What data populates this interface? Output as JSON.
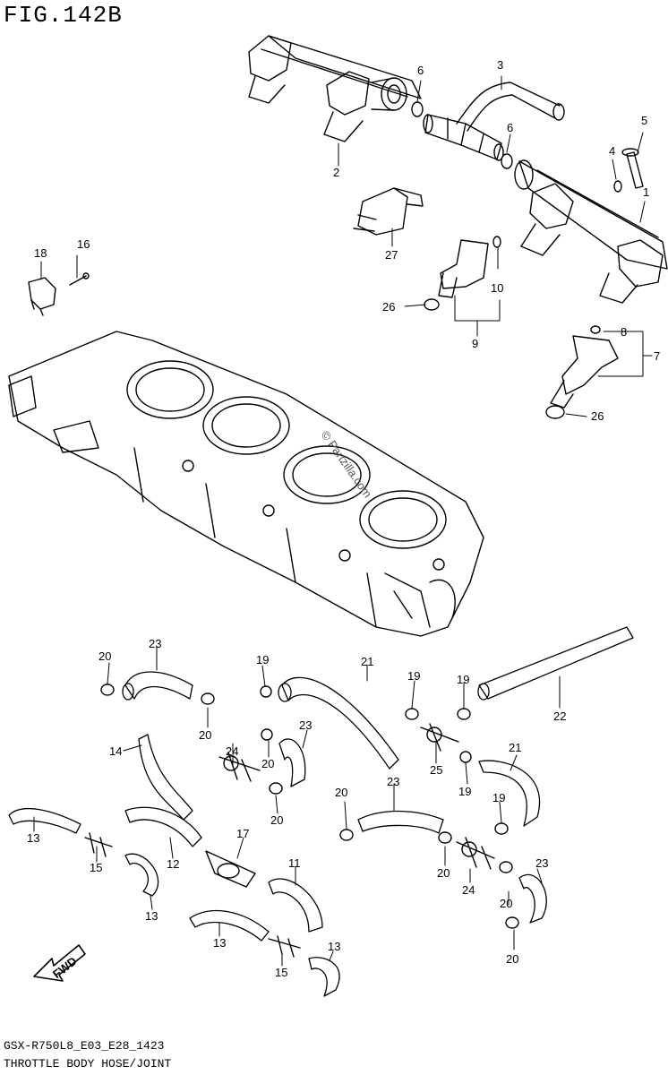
{
  "figure": {
    "title": "FIG.142B",
    "code": "GSX-R750L8_E03_E28_1423",
    "caption": "THROTTLE BODY HOSE/JOINT",
    "watermark": "© Partzilla.com",
    "fwd_label": "FWD"
  },
  "callouts": [
    {
      "id": "c1",
      "text": "1"
    },
    {
      "id": "c2",
      "text": "2"
    },
    {
      "id": "c3",
      "text": "3"
    },
    {
      "id": "c4",
      "text": "4"
    },
    {
      "id": "c5",
      "text": "5"
    },
    {
      "id": "c6a",
      "text": "6"
    },
    {
      "id": "c6b",
      "text": "6"
    },
    {
      "id": "c7",
      "text": "7"
    },
    {
      "id": "c8",
      "text": "8"
    },
    {
      "id": "c9",
      "text": "9"
    },
    {
      "id": "c10",
      "text": "10"
    },
    {
      "id": "c16",
      "text": "16"
    },
    {
      "id": "c18",
      "text": "18"
    },
    {
      "id": "c26a",
      "text": "26"
    },
    {
      "id": "c26b",
      "text": "26"
    },
    {
      "id": "c27",
      "text": "27"
    },
    {
      "id": "c20a",
      "text": "20"
    },
    {
      "id": "c23a",
      "text": "23"
    },
    {
      "id": "c19a",
      "text": "19"
    },
    {
      "id": "c21a",
      "text": "21"
    },
    {
      "id": "c19b",
      "text": "19"
    },
    {
      "id": "c19c",
      "text": "19"
    },
    {
      "id": "c22",
      "text": "22"
    },
    {
      "id": "c20b",
      "text": "20"
    },
    {
      "id": "c24a",
      "text": "24"
    },
    {
      "id": "c23b",
      "text": "23"
    },
    {
      "id": "c20c",
      "text": "20"
    },
    {
      "id": "c20d",
      "text": "20"
    },
    {
      "id": "c25",
      "text": "25"
    },
    {
      "id": "c21b",
      "text": "21"
    },
    {
      "id": "c19d",
      "text": "19"
    },
    {
      "id": "c14",
      "text": "14"
    },
    {
      "id": "c20e",
      "text": "20"
    },
    {
      "id": "c23c",
      "text": "23"
    },
    {
      "id": "c19e",
      "text": "19"
    },
    {
      "id": "c13a",
      "text": "13"
    },
    {
      "id": "c15a",
      "text": "15"
    },
    {
      "id": "c12",
      "text": "12"
    },
    {
      "id": "c17",
      "text": "17"
    },
    {
      "id": "c11",
      "text": "11"
    },
    {
      "id": "c20f",
      "text": "20"
    },
    {
      "id": "c24b",
      "text": "24"
    },
    {
      "id": "c23d",
      "text": "23"
    },
    {
      "id": "c13b",
      "text": "13"
    },
    {
      "id": "c20g",
      "text": "20"
    },
    {
      "id": "c13c",
      "text": "13"
    },
    {
      "id": "c13d",
      "text": "13"
    },
    {
      "id": "c15b",
      "text": "15"
    },
    {
      "id": "c20h",
      "text": "20"
    }
  ]
}
